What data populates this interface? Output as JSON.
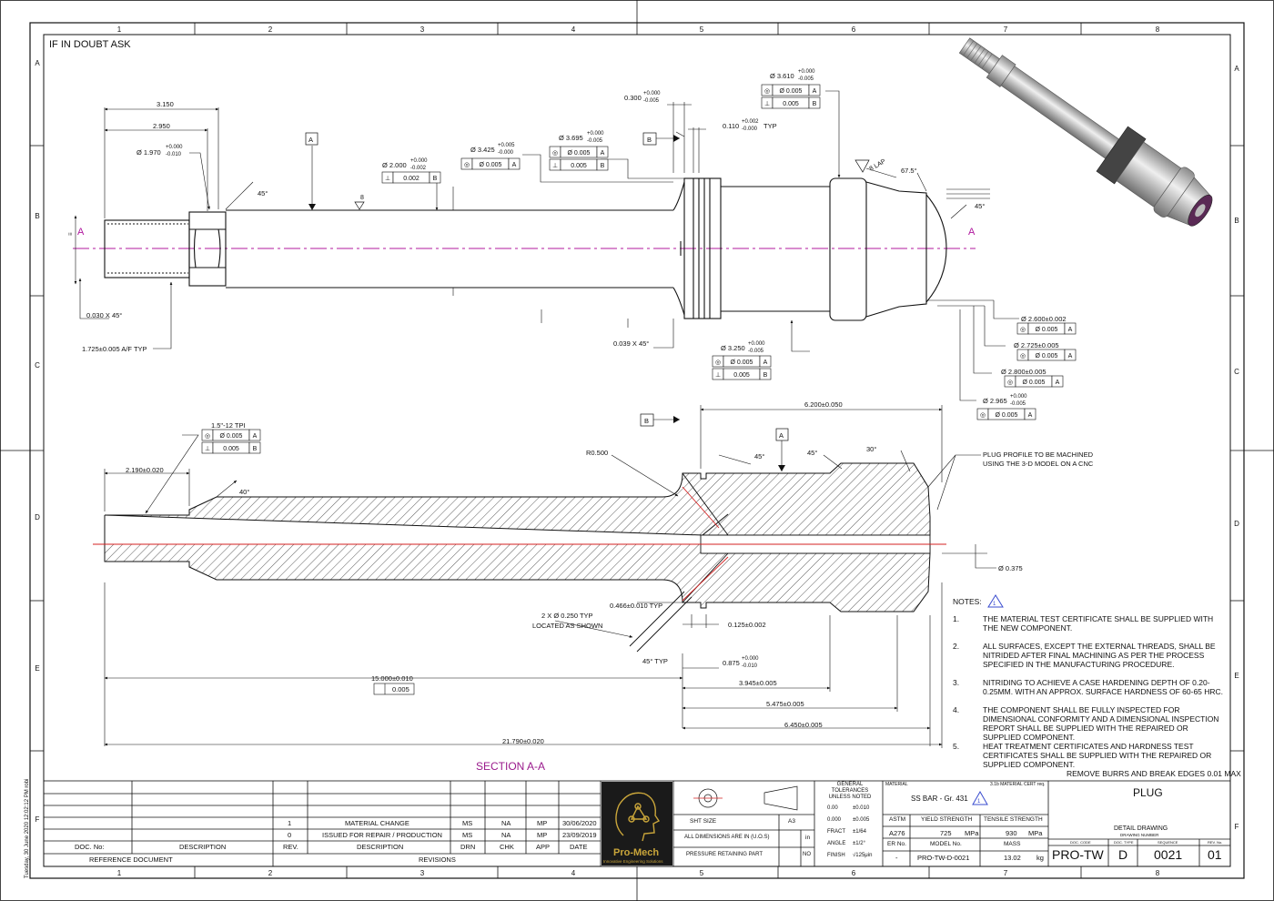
{
  "header_note": "IF IN DOUBT ASK",
  "zone_columns": [
    "1",
    "2",
    "3",
    "4",
    "5",
    "6",
    "7",
    "8"
  ],
  "zone_rows": [
    "A",
    "B",
    "C",
    "D",
    "E",
    "F"
  ],
  "side_stamp": "Tuesday, 30 June 2020 12:02:12 PM robi",
  "section_markers": {
    "left": "A",
    "right": "A"
  },
  "section_title": "SECTION A-A",
  "datums": {
    "a": "A",
    "b": "B"
  },
  "top_view_dims": {
    "d1": "3.150",
    "d2": "2.950",
    "d3": "Ø 1.970",
    "d3_tol_hi": "+0.000",
    "d3_tol_lo": "-0.010",
    "d4": "45°",
    "d5": "0.030 X 45°",
    "d6": "1.725±0.005 A/F TYP",
    "d7": "Ø 2.000",
    "d7_tol_hi": "+0.000",
    "d7_tol_lo": "-0.002",
    "fcf7": [
      "⊥",
      "0.002",
      "B"
    ],
    "d8": "Ø 3.425",
    "d8_tol_hi": "+0.005",
    "d8_tol_lo": "-0.000",
    "fcf8": [
      "◎",
      "Ø 0.005",
      "A"
    ],
    "d9": "Ø 3.695",
    "d9_tol_hi": "+0.000",
    "d9_tol_lo": "-0.005",
    "fcf9a": [
      "◎",
      "Ø 0.005",
      "A"
    ],
    "fcf9b": [
      "⊥",
      "0.005",
      "B"
    ],
    "d10": "0.300",
    "d10_tol_hi": "+0.000",
    "d10_tol_lo": "-0.005",
    "d11": "0.110",
    "d11_tol_hi": "+0.002",
    "d11_tol_lo": "-0.000",
    "d11_suffix": "TYP",
    "d12": "Ø 3.610",
    "d12_tol_hi": "+0.000",
    "d12_tol_lo": "-0.005",
    "fcf12a": [
      "◎",
      "Ø 0.005",
      "A"
    ],
    "fcf12b": [
      "⊥",
      "0.005",
      "B"
    ],
    "d13": "67.5°",
    "d14": "45°",
    "surf": "8",
    "lap": "8 LAP",
    "d15": "0.039 X 45°",
    "d16": "Ø 3.250",
    "d16_tol_hi": "+0.000",
    "d16_tol_lo": "-0.005",
    "fcf16a": [
      "◎",
      "Ø 0.005",
      "A"
    ],
    "fcf16b": [
      "⊥",
      "0.005",
      "B"
    ],
    "d17": "Ø 2.600±0.002",
    "fcf17": [
      "◎",
      "Ø 0.005",
      "A"
    ],
    "d18": "Ø 2.725±0.005",
    "fcf18": [
      "◎",
      "Ø 0.005",
      "A"
    ],
    "d19": "Ø 2.800±0.005",
    "fcf19": [
      "◎",
      "Ø 0.005",
      "A"
    ],
    "d20": "Ø 2.965",
    "d20_tol_hi": "+0.000",
    "d20_tol_lo": "-0.005",
    "fcf20": [
      "◎",
      "Ø 0.005",
      "A"
    ]
  },
  "section_dims": {
    "thread": "1.5\"-12 TPI",
    "fcf_t1": [
      "◎",
      "Ø 0.005",
      "A"
    ],
    "fcf_t2": [
      "⊥",
      "0.005",
      "B"
    ],
    "s1": "2.190±0.020",
    "s2": "40°",
    "s3": "R0.500",
    "s4": "6.200±0.050",
    "s5": "45°",
    "s6": "45°",
    "s7": "30°",
    "s8": "PLUG PROFILE TO BE MACHINED",
    "s8b": "USING THE 3-D MODEL ON A CNC",
    "s9": "Ø 0.375",
    "s10": "0.466±0.010 TYP",
    "s11": "2 X Ø 0.250 TYP",
    "s11b": "LOCATED AS SHOWN",
    "s12": "0.125±0.002",
    "s13": "45° TYP",
    "s14": "0.875",
    "s14_tol_hi": "+0.000",
    "s14_tol_lo": "-0.010",
    "s15": "15.000±0.010",
    "s15_fcf": "0.005",
    "s16": "3.945±0.005",
    "s17": "5.475±0.005",
    "s18": "6.450±0.005",
    "s19": "21.790±0.020"
  },
  "notes": {
    "title": "NOTES:",
    "items": [
      {
        "num": "1.",
        "text": "THE MATERIAL TEST CERTIFICATE SHALL BE SUPPLIED WITH THE NEW COMPONENT."
      },
      {
        "num": "2.",
        "text": "ALL SURFACES, EXCEPT THE EXTERNAL THREADS, SHALL BE NITRIDED AFTER FINAL MACHINING AS PER THE PROCESS SPECIFIED IN THE MANUFACTURING PROCEDURE."
      },
      {
        "num": "3.",
        "text": "NITRIDING TO ACHIEVE A CASE HARDENING DEPTH OF 0.20-0.25MM. WITH AN APPROX. SURFACE HARDNESS OF 60-65 HRC."
      },
      {
        "num": "4.",
        "text": "THE COMPONENT SHALL BE FULLY INSPECTED FOR DIMENSIONAL CONFORMITY AND A DIMENSIONAL INSPECTION REPORT SHALL BE SUPPLIED WITH THE REPAIRED OR SUPPLIED COMPONENT."
      },
      {
        "num": "5.",
        "text": "HEAT TREATMENT CERTIFICATES AND HARDNESS TEST CERTIFICATES SHALL BE SUPPLIED WITH THE REPAIRED OR SUPPLIED COMPONENT."
      }
    ],
    "footer": "REMOVE BURRS AND BREAK EDGES 0.01 MAX"
  },
  "title_block": {
    "doc_no_label": "DOC. No:",
    "description_label": "DESCRIPTION",
    "reference_document": "REFERENCE DOCUMENT",
    "revisions_label": "REVISIONS",
    "rev_headers": [
      "REV.",
      "DESCRIPTION",
      "DRN",
      "CHK",
      "APP",
      "DATE"
    ],
    "revisions": [
      {
        "rev": "1",
        "desc": "MATERIAL CHANGE",
        "drn": "MS",
        "chk": "NA",
        "app": "MP",
        "date": "30/06/2020"
      },
      {
        "rev": "0",
        "desc": "ISSUED FOR REPAIR / PRODUCTION",
        "drn": "MS",
        "chk": "NA",
        "app": "MP",
        "date": "23/09/2019"
      }
    ],
    "logo_text": "Pro-Mech",
    "logo_sub": "Innovative Engineering Solutions",
    "sheet_size_label": "SHT SIZE",
    "sheet_size": "A3",
    "units_label": "ALL DIMENSIONS ARE IN (U.O.S)",
    "units": "in",
    "part_type_label": "PRESSURE RETAINING PART",
    "part_type": "NO",
    "gen_tol_title": "GENERAL TOLERANCES UNLESS NOTED",
    "gen_tol": [
      {
        "k": "0.00",
        "v": "±0.010"
      },
      {
        "k": "0.000",
        "v": "±0.005"
      },
      {
        "k": "FRACT",
        "v": "±1/64"
      },
      {
        "k": "ANGLE",
        "v": "±1/2°"
      },
      {
        "k": "FINISH",
        "v": "√125μin"
      }
    ],
    "material_label": "MATERIAL",
    "material_cert_label": "3.1b MATERIAL CERT req.",
    "material": "SS BAR - Gr. 431",
    "astm_label": "ASTM",
    "astm": "A276",
    "yield_label": "YIELD STRENGTH",
    "yield_value": "725",
    "yield_unit": "MPa",
    "tensile_label": "TENSILE STRENGTH",
    "tensile_value": "930",
    "tensile_unit": "MPa",
    "er_label": "ER No.",
    "er": "-",
    "model_label": "MODEL No.",
    "model": "PRO-TW-D-0021",
    "mass_label": "MASS",
    "mass": "13.02",
    "mass_unit": "kg",
    "part_name": "PLUG",
    "drawing_type": "DETAIL DRAWING",
    "drawing_number_label": "DRAWING NUMBER",
    "dn_headers": [
      "DOC. CODE",
      "DOC. TYPE",
      "SEQUENCE",
      "REV. No."
    ],
    "dn_values": [
      "PRO-TW",
      "D",
      "0021",
      "01"
    ]
  },
  "colors": {
    "centerline": "#b0189e",
    "section_line": "#d42020",
    "title_accent": "#9a1a8c",
    "logo_bg": "#1a1a1a",
    "logo_gold": "#c9a53a"
  }
}
